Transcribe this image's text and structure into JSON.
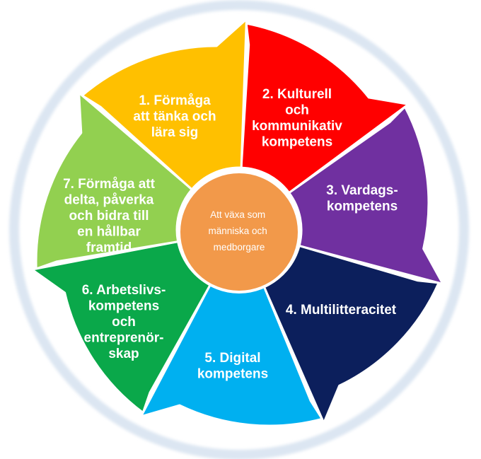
{
  "center": {
    "lines": [
      "Att växa som",
      "människa och",
      "medborgare"
    ],
    "color": "#f2994a"
  },
  "segments": [
    {
      "id": "1",
      "color": "#ff0000",
      "lines": [
        "1. Förmåga",
        "att tänka och",
        "lära sig"
      ]
    },
    {
      "id": "2",
      "color": "#7030a0",
      "lines": [
        "2. Kulturell",
        "och",
        "kommunikativ",
        "kompetens"
      ]
    },
    {
      "id": "3",
      "color": "#0c1f5c",
      "lines": [
        "3. Vardags-",
        "kompetens"
      ]
    },
    {
      "id": "4",
      "color": "#00b0f0",
      "lines": [
        "4. Multilitteracitet"
      ]
    },
    {
      "id": "5",
      "color": "#0aa84a",
      "lines": [
        "5. Digital",
        "kompetens"
      ]
    },
    {
      "id": "6",
      "color": "#92d050",
      "lines": [
        "6. Arbetslivs-",
        "kompetens",
        "och",
        "entreprenör-",
        "skap"
      ]
    },
    {
      "id": "7",
      "color": "#ffc000",
      "lines": [
        "7. Förmåga att",
        "delta, påverka",
        "och bidra till",
        "en hållbar",
        "framtid"
      ]
    }
  ],
  "ring_color": "#dce6f2"
}
